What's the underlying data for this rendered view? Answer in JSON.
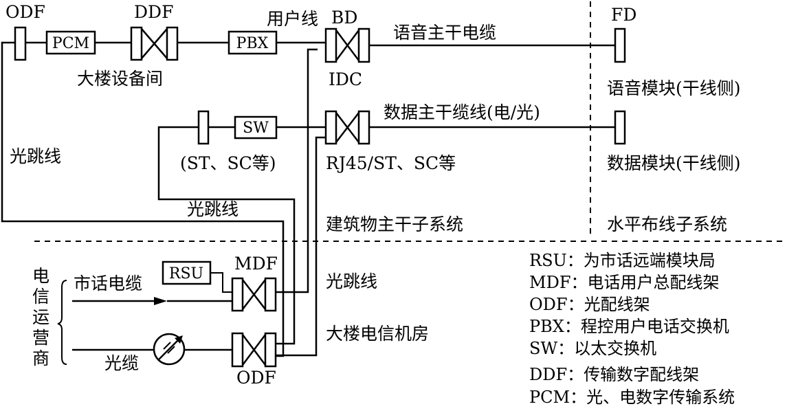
{
  "labels": {
    "odf_top": "ODF",
    "ddf_top": "DDF",
    "user_line": "用户线",
    "bd": "BD",
    "voice_backbone": "语音主干电缆",
    "fd": "FD",
    "equipment_room": "大楼设备间",
    "idc": "IDC",
    "voice_module": "语音模块(干线侧)",
    "data_backbone": "数据主干缆线(电/光)",
    "fiber_jumper_left": "光跳线",
    "st_sc": "(ST、SC等)",
    "rj45_st_sc": "RJ45/ST、SC等",
    "data_module": "数据模块(干线侧)",
    "fiber_jumper_mid": "光跳线",
    "building_backbone": "建筑物主干子系统",
    "horizontal": "水平布线子系统",
    "mdf": "MDF",
    "telecom_operator": [
      "电",
      "信",
      "运",
      "营",
      "商"
    ],
    "city_cable": "市话电缆",
    "fiber_jumper_low": "光跳线",
    "telecom_room": "大楼电信机房",
    "optical_cable": "光缆",
    "odf_bottom": "ODF"
  },
  "boxes": {
    "pcm": "PCM",
    "pbx": "PBX",
    "sw": "SW",
    "rsu": "RSU"
  },
  "legend": [
    "RSU：为市话远端模块局",
    "MDF：电话用户总配线架",
    "ODF：光配线架",
    "PBX：程控用户电话交换机",
    "SW：以太交换机",
    "DDF：传输数字配线架",
    "PCM：光、电数字传输系统"
  ]
}
